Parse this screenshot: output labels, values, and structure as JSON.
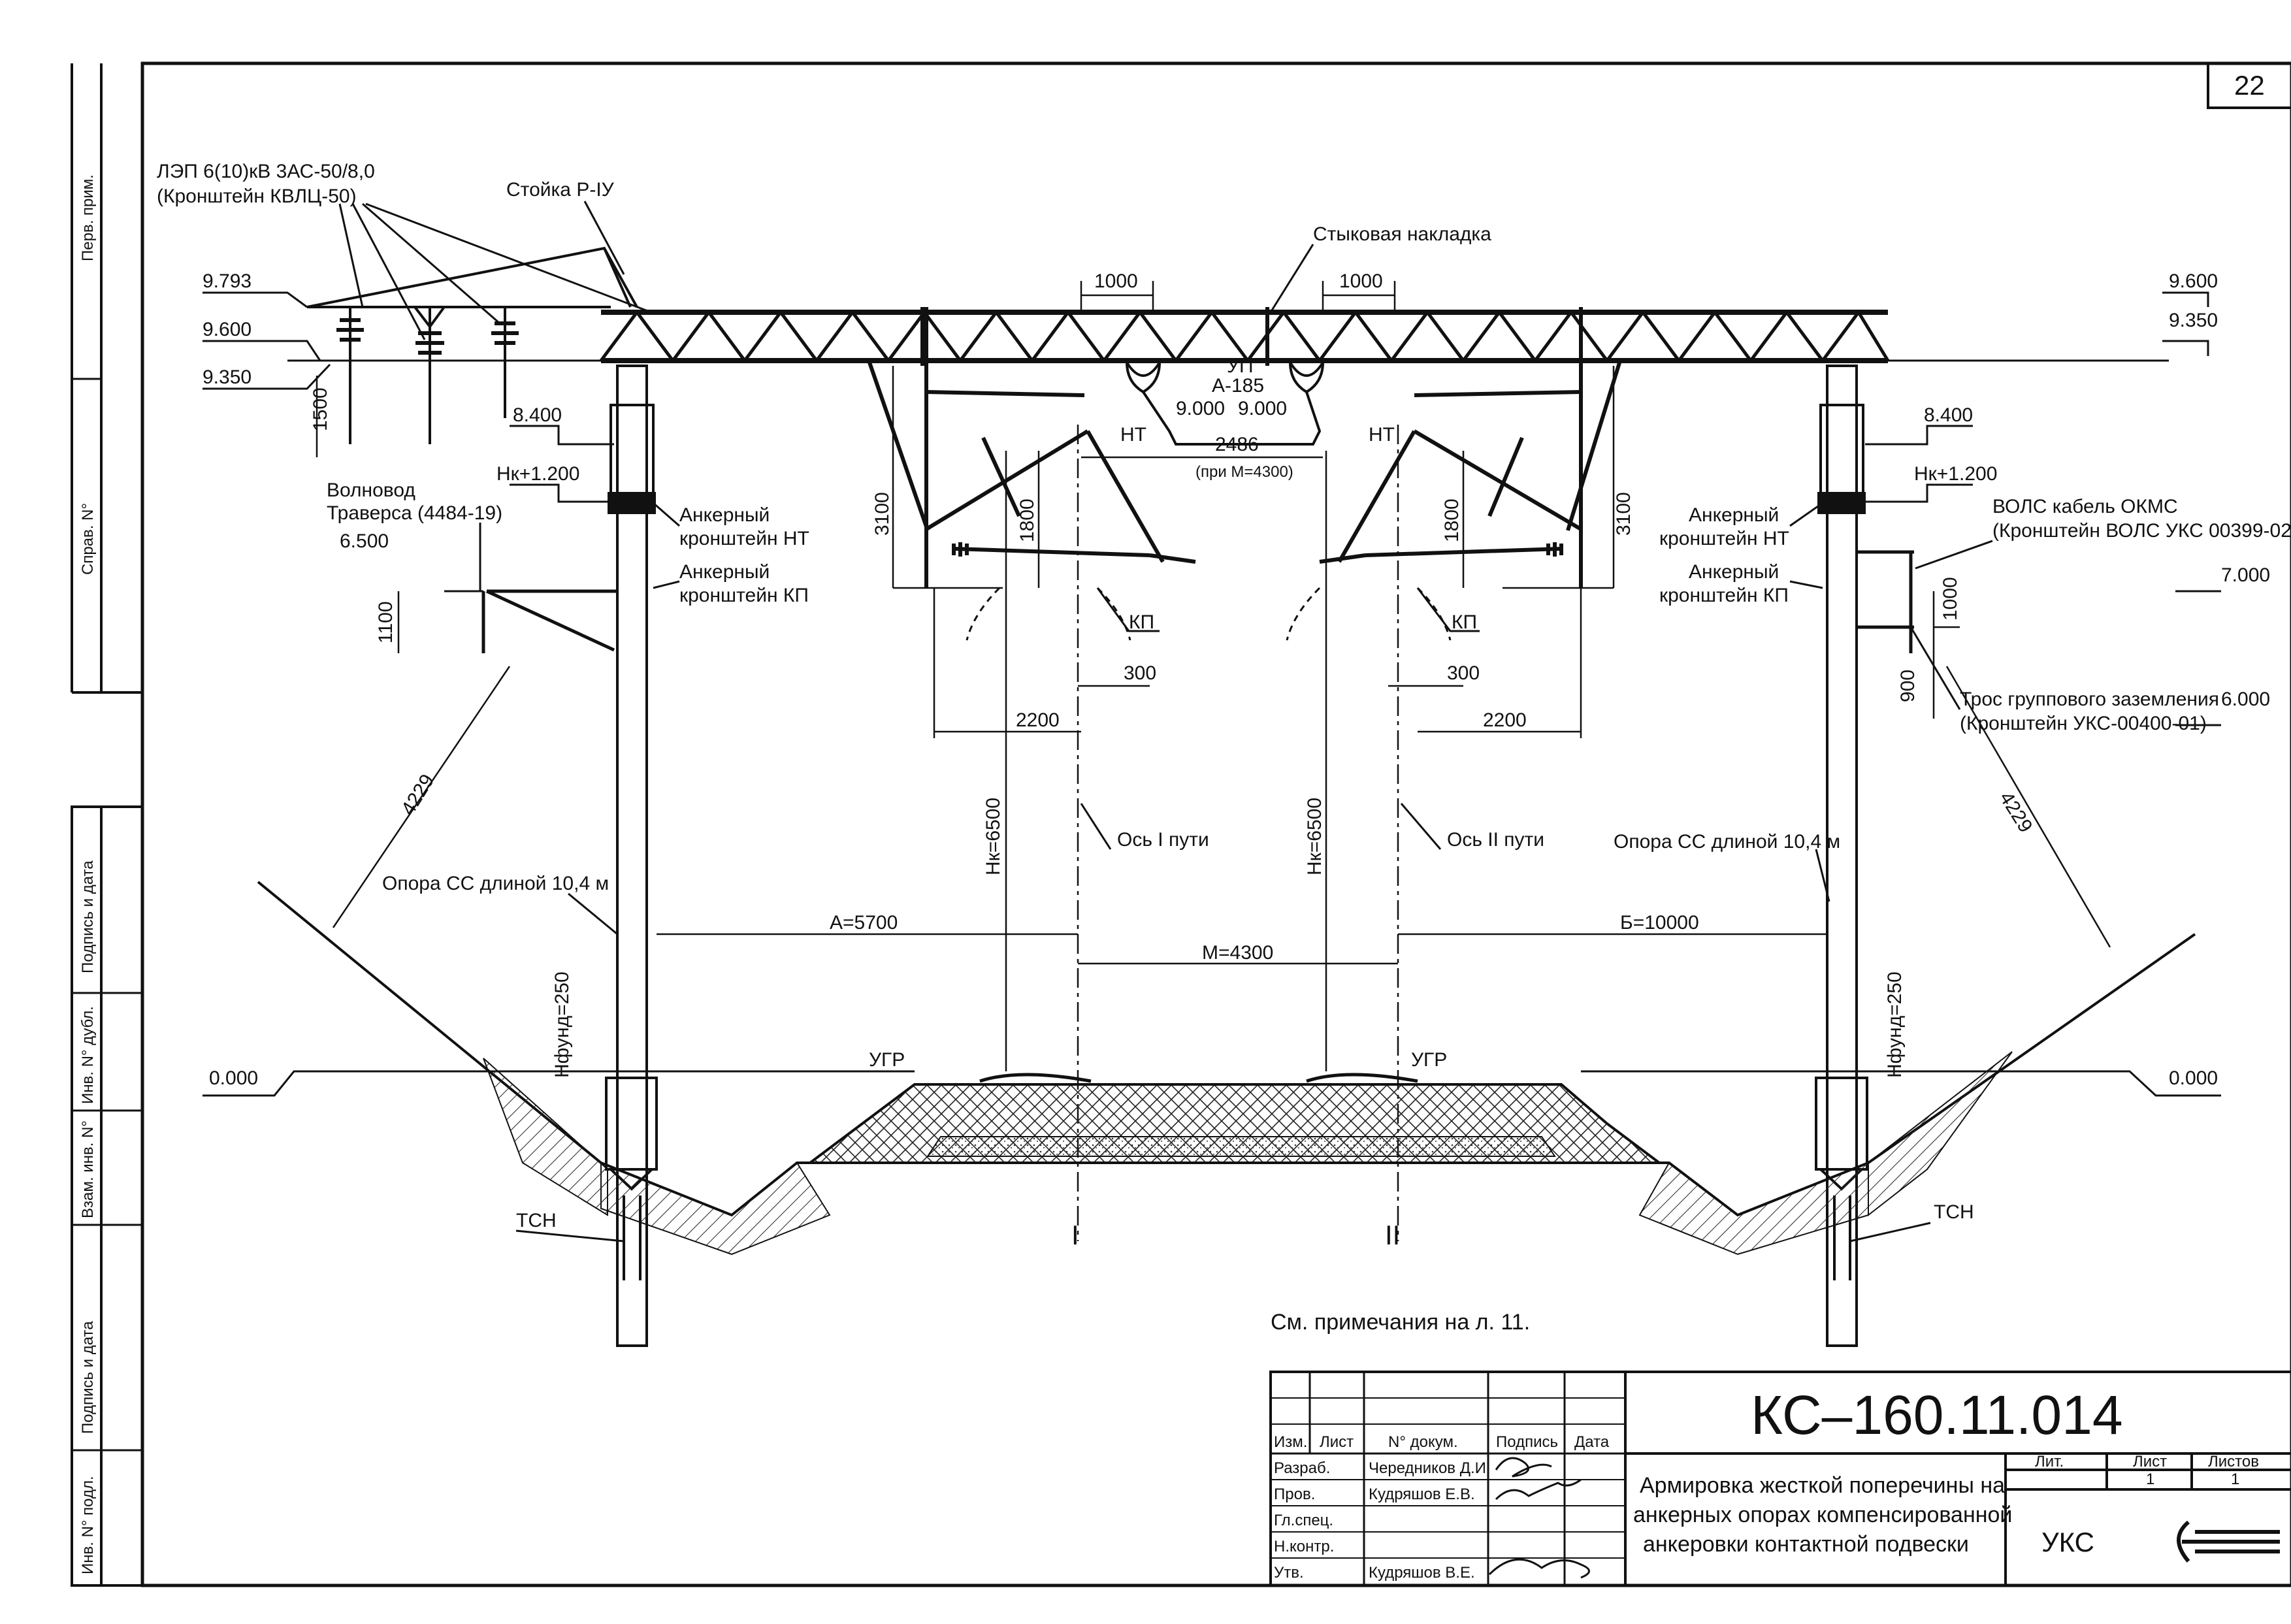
{
  "sheet": {
    "page_number": "22",
    "code": "КС–160.11.014",
    "note": "См. примечания на л. 11.",
    "description": [
      "Армировка жесткой поперечины на",
      "анкерных опорах компенсированной",
      "анкеровки контактной подвески"
    ],
    "org": "УКС"
  },
  "side_stamp": [
    "Перв. прим.",
    "Справ. N°",
    "Подпись и дата",
    "Инв. N° дубл.",
    "Взам. инв. N°",
    "Подпись и дата",
    "Инв. N° подл."
  ],
  "title_block": {
    "headers": [
      "Изм.",
      "Лист",
      "N° докум.",
      "Подпись",
      "Дата"
    ],
    "rows": [
      {
        "role": "Разраб.",
        "name": "Чередников Д.И."
      },
      {
        "role": "Пров.",
        "name": "Кудряшов Е.В."
      },
      {
        "role": "Гл.спец.",
        "name": ""
      },
      {
        "role": "Н.контр.",
        "name": ""
      },
      {
        "role": "Утв.",
        "name": "Кудряшов В.Е."
      }
    ],
    "lit_label": "Лит.",
    "list_label": "Лист",
    "lists_label": "Листов",
    "list_value": "1",
    "lists_value": "1"
  },
  "labels": {
    "lep": "ЛЭП 6(10)кВ 3АС-50/8,0",
    "lep_bracket": "(Кронштейн КВЛЦ-50)",
    "stoyka": "Стойка Р-IУ",
    "stykovaya": "Стыковая накладка",
    "volnovod": "Волновод",
    "traversa": "Траверса (4484-19)",
    "anker_nt": [
      "Анкерный",
      "кронштейн НТ"
    ],
    "anker_kp": [
      "Анкерный",
      "кронштейн КП"
    ],
    "vols": "ВОЛС кабель ОКМС",
    "vols_bracket": "(Кронштейн ВОЛС УКС 00399-02)",
    "tros": "Трос группового заземления",
    "tros_bracket": "(Кронштейн УКС-00400-01)",
    "opora": "Опора СС длиной 10,4 м",
    "os1": "Ось I пути",
    "os2": "Ось II пути",
    "ugr": "УГР",
    "tsn": "ТСН",
    "nt": "НТ",
    "kp": "КП",
    "up": "УП",
    "a185": "А-185",
    "track1": "I",
    "track2": "II",
    "pri_m": "(при М=4300)"
  },
  "elevations": {
    "e9793": "9.793",
    "e9600": "9.600",
    "e9350": "9.350",
    "e8400": "8.400",
    "hk1200": "Нк+1.200",
    "e6500": "6.500",
    "e9000": "9.000",
    "e7000": "7.000",
    "e6000": "6.000",
    "e0000": "0.000"
  },
  "dims": {
    "d1000": "1000",
    "d1500": "1500",
    "d1100": "1100",
    "d2486": "2486",
    "d3100": "3100",
    "d1800": "1800",
    "d300": "300",
    "d2200": "2200",
    "h6500": "Нк=6500",
    "d4229": "4229",
    "a5700": "А=5700",
    "m4300": "М=4300",
    "b10000": "Б=10000",
    "nfund": "Нфунд=250",
    "d900": "900"
  }
}
